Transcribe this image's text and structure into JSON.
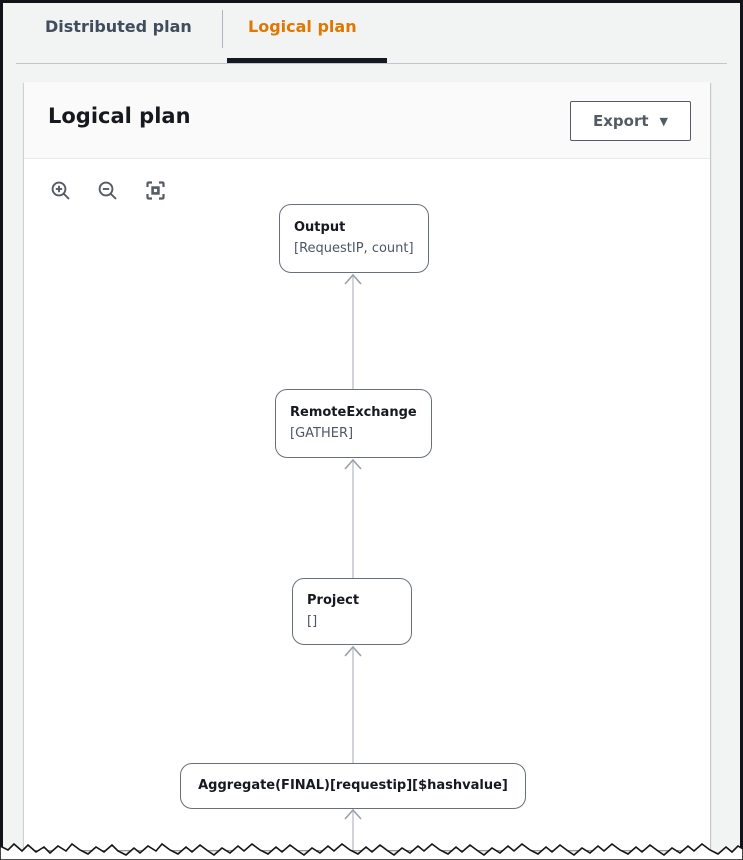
{
  "tabs": {
    "items": [
      {
        "label": "Distributed plan",
        "active": false
      },
      {
        "label": "Logical plan",
        "active": true
      }
    ]
  },
  "panel": {
    "title": "Logical plan",
    "export": {
      "label": "Export",
      "caret": "▼"
    }
  },
  "toolbar": {
    "icons": [
      {
        "name": "zoom-in"
      },
      {
        "name": "zoom-out"
      },
      {
        "name": "fit-to-screen"
      }
    ]
  },
  "diagram": {
    "nodes": [
      {
        "title": "Output",
        "subtitle": "[RequestIP, count]"
      },
      {
        "title": "RemoteExchange",
        "subtitle": "[GATHER]"
      },
      {
        "title": "Project",
        "subtitle": "[]"
      },
      {
        "title": "Aggregate(FINAL)[requestip][$hashvalue]",
        "subtitle": ""
      }
    ],
    "edges": [
      {
        "from": "RemoteExchange",
        "to": "Output"
      },
      {
        "from": "Project",
        "to": "RemoteExchange"
      },
      {
        "from": "Aggregate(FINAL)[requestip][$hashvalue]",
        "to": "Project"
      },
      {
        "from": "(offscreen)",
        "to": "Aggregate(FINAL)[requestip][$hashvalue]"
      }
    ]
  },
  "colors": {
    "page_bg": "#f2f3f3",
    "tab_active_text": "#e07700",
    "tab_inactive_text": "#414d5c",
    "active_tab_underline": "#16191f",
    "button_border": "#545b64",
    "node_border": "#687078",
    "node_subtitle": "#4d5766",
    "arrow_line": "#c9ccd1"
  }
}
